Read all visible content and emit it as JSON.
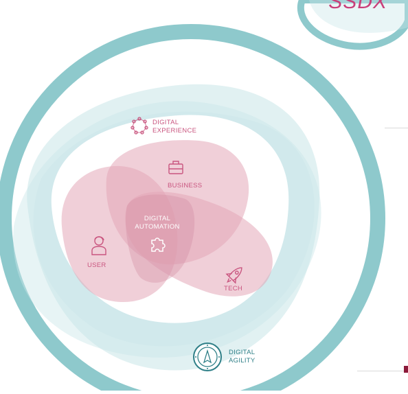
{
  "corner_title": "SSDX",
  "labels": {
    "digital_experience": [
      "DIGITAL",
      "EXPERIENCE"
    ],
    "business": "BUSINESS",
    "user": "USER",
    "tech": "TECH",
    "digital_automation": [
      "DIGITAL",
      "AUTOMATION"
    ],
    "digital_agility": [
      "DIGITAL",
      "AGILITY"
    ]
  },
  "colors": {
    "teal_ring": "#8ec9cc",
    "teal_fill": "#c9e6e8",
    "pink_fill": "#e3a7b8",
    "pink_text": "#c9557f",
    "teal_text": "#2e7f87"
  },
  "icons": [
    "network-icon",
    "briefcase-icon",
    "user-icon",
    "puzzle-icon",
    "rocket-icon",
    "compass-icon"
  ]
}
